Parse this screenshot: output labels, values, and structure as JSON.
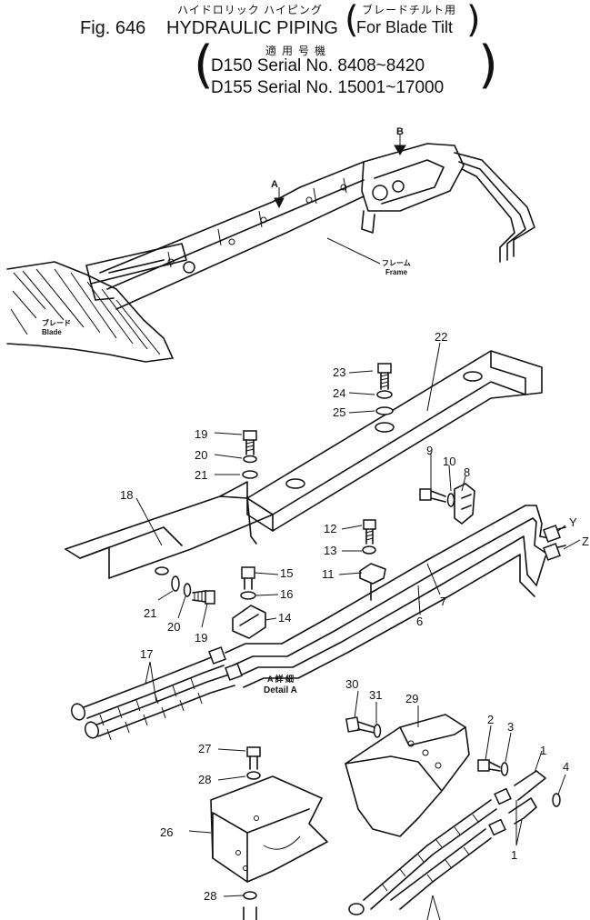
{
  "header": {
    "fig_no": "Fig. 646",
    "title": "HYDRAULIC PIPING",
    "title_jp": "ハイドロリック ハイピング",
    "subtitle": "For Blade Tilt",
    "subtitle_jp": "ブレードチルト用",
    "applicable_models_jp": "適用号機",
    "serial_1": "D150 Serial No. 8408~8420",
    "serial_2": "D155 Serial No. 15001~17000"
  },
  "overview": {
    "arrow_a": "A",
    "arrow_b": "B",
    "frame_jp": "フレーム",
    "frame": "Frame",
    "blade_jp": "ブレード",
    "blade": "Blade"
  },
  "detail": {
    "label_jp": "A 詳 細",
    "label": "Detail A"
  },
  "pipe_ends": [
    "Y",
    "Z"
  ],
  "callouts": [
    {
      "n": "1"
    },
    {
      "n": "1"
    },
    {
      "n": "2"
    },
    {
      "n": "3"
    },
    {
      "n": "4"
    },
    {
      "n": "6"
    },
    {
      "n": "7"
    },
    {
      "n": "8"
    },
    {
      "n": "9"
    },
    {
      "n": "10"
    },
    {
      "n": "11"
    },
    {
      "n": "12"
    },
    {
      "n": "13"
    },
    {
      "n": "14"
    },
    {
      "n": "15"
    },
    {
      "n": "16"
    },
    {
      "n": "17"
    },
    {
      "n": "18"
    },
    {
      "n": "19"
    },
    {
      "n": "19"
    },
    {
      "n": "20"
    },
    {
      "n": "20"
    },
    {
      "n": "21"
    },
    {
      "n": "21"
    },
    {
      "n": "22"
    },
    {
      "n": "23"
    },
    {
      "n": "24"
    },
    {
      "n": "25"
    },
    {
      "n": "26"
    },
    {
      "n": "27"
    },
    {
      "n": "28"
    },
    {
      "n": "28"
    },
    {
      "n": "29"
    },
    {
      "n": "30"
    },
    {
      "n": "31"
    }
  ]
}
